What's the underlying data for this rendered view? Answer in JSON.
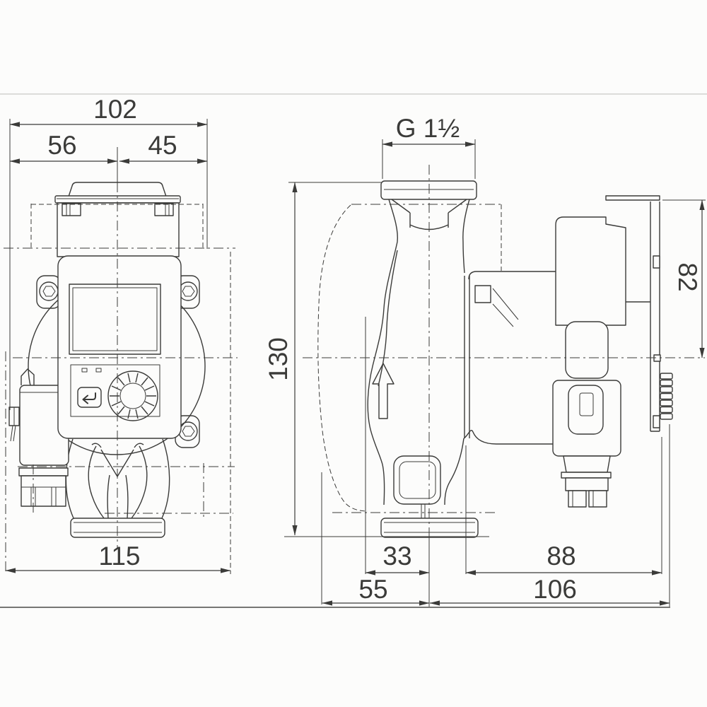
{
  "drawing": {
    "type": "technical-dimension-drawing",
    "views": {
      "front": {
        "name": "front-view",
        "dimensions": {
          "total_width": "102",
          "axis_to_left": "56",
          "axis_to_right": "45",
          "overall_width": "115"
        }
      },
      "side": {
        "name": "side-view",
        "dimensions": {
          "port_thread": "G 1½",
          "height": "130",
          "module_height": "82",
          "axis_to_front_offset": "33",
          "front_depth": "55",
          "rear_depth": "88",
          "total_depth": "106"
        }
      }
    },
    "icons": {
      "flow_arrow": "flow-direction-arrow",
      "return_button": "return-arrow",
      "knob": "operating-knob",
      "leds": "led-indicators"
    },
    "colors": {
      "line": "#3b3b39",
      "background": "#fcfcfb",
      "frame_top": "#c9c9c7",
      "frame_bottom": "#4a4a48"
    }
  }
}
